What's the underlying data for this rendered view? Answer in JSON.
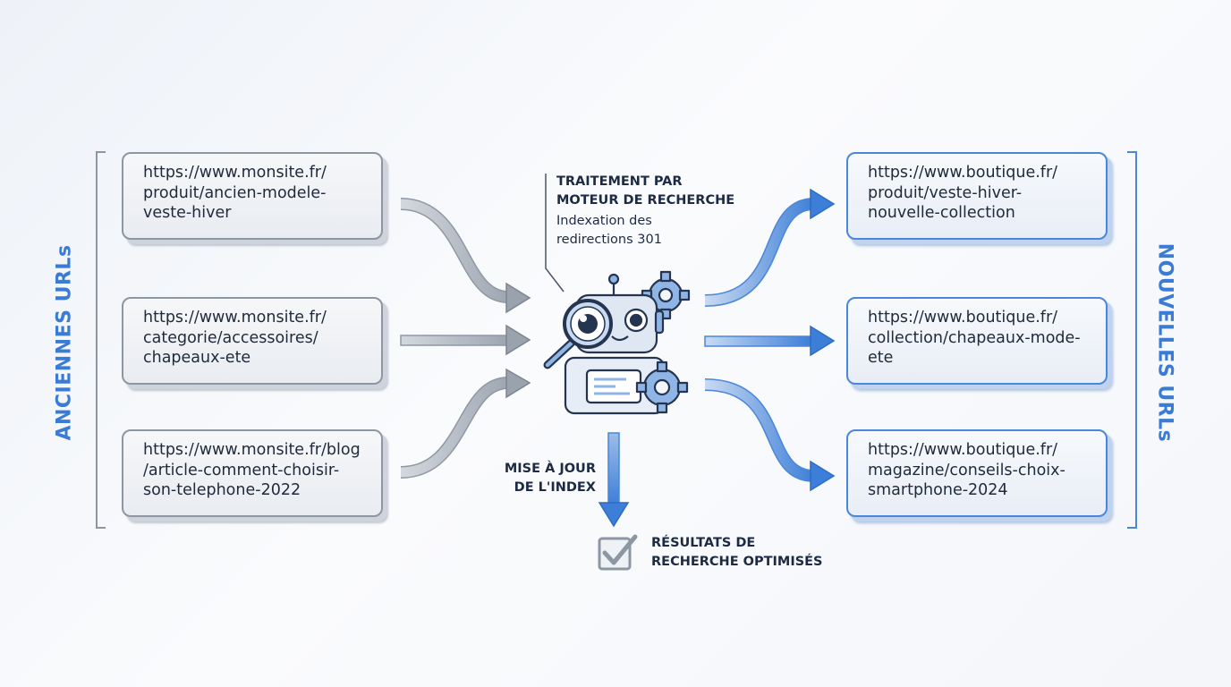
{
  "left_group": {
    "label": "ANCIENNES URLs"
  },
  "right_group": {
    "label": "NOUVELLES URLs"
  },
  "old_urls": [
    {
      "text": "https://www.monsite.fr/\nproduit/ancien-modele-\nveste-hiver"
    },
    {
      "text": "https://www.monsite.fr/\ncategorie/accessoires/\nchapeaux-ete"
    },
    {
      "text": "https://www.monsite.fr/blog\n/article-comment-choisir-\nson-telephone-2022"
    }
  ],
  "new_urls": [
    {
      "text": "https://www.boutique.fr/\nproduit/veste-hiver-\nnouvelle-collection"
    },
    {
      "text": "https://www.boutique.fr/\ncollection/chapeaux-mode-\nete"
    },
    {
      "text": "https://www.boutique.fr/\nmagazine/conseils-choix-\nsmartphone-2024"
    }
  ],
  "engine": {
    "title": "TRAITEMENT PAR\nMOTEUR DE RECHERCHE",
    "subtitle": "Indexation des\nredirections 301",
    "icon": "robot-magnifier-gears-icon"
  },
  "index_update": {
    "label": "MISE À JOUR\nDE L'INDEX"
  },
  "results": {
    "label": "RÉSULTATS DE\nRECHERCHE OPTIMISÉS",
    "icon": "checkbox-check-icon"
  },
  "colors": {
    "old_accent": "#8d96a3",
    "new_accent": "#4a86d9",
    "heading_blue": "#3a7bd5",
    "text_dark": "#1c2a44"
  }
}
